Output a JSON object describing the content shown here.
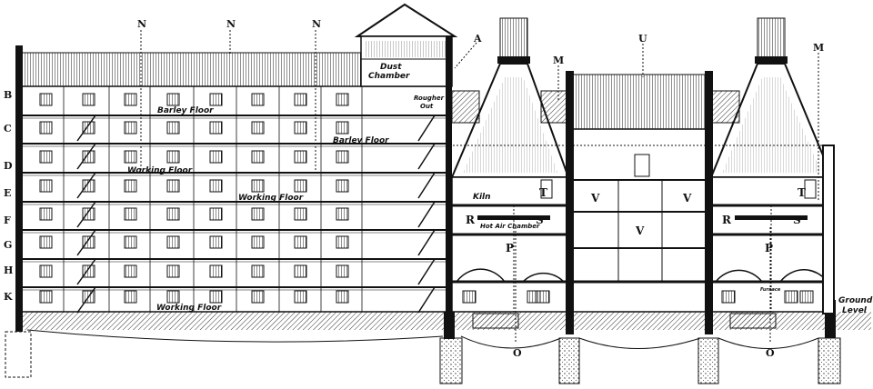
{
  "title_letters": {
    "n1": "N",
    "n2": "N",
    "n3": "N",
    "a": "A",
    "m1": "M",
    "u": "U",
    "m2": "M",
    "o1": "O",
    "o2": "O"
  },
  "floor_letters": [
    "B",
    "C",
    "D",
    "E",
    "F",
    "G",
    "H",
    "K"
  ],
  "rooms": {
    "dust_chamber_1": "Dust",
    "dust_chamber_2": "Chamber",
    "rougher_out_1": "Rougher",
    "rougher_out_2": "Out",
    "barley_floor_a": "Barley Floor",
    "barley_floor_b": "Barley Floor",
    "working_floor_a": "Working Floor",
    "working_floor_b": "Working Floor",
    "working_floor_c": "Working Floor",
    "kiln": "Kiln",
    "hot_air_chamber": "Hot Air Chamber",
    "furnace": "Furnace",
    "ground_level_1": "Ground",
    "ground_level_2": "Level"
  },
  "kiln_letters": {
    "t1": "T",
    "t2": "T",
    "v1": "V",
    "v2": "V",
    "v3": "V",
    "r1": "R",
    "s1": "S",
    "r2": "R",
    "s2": "S",
    "p1": "P",
    "p2": "P"
  }
}
